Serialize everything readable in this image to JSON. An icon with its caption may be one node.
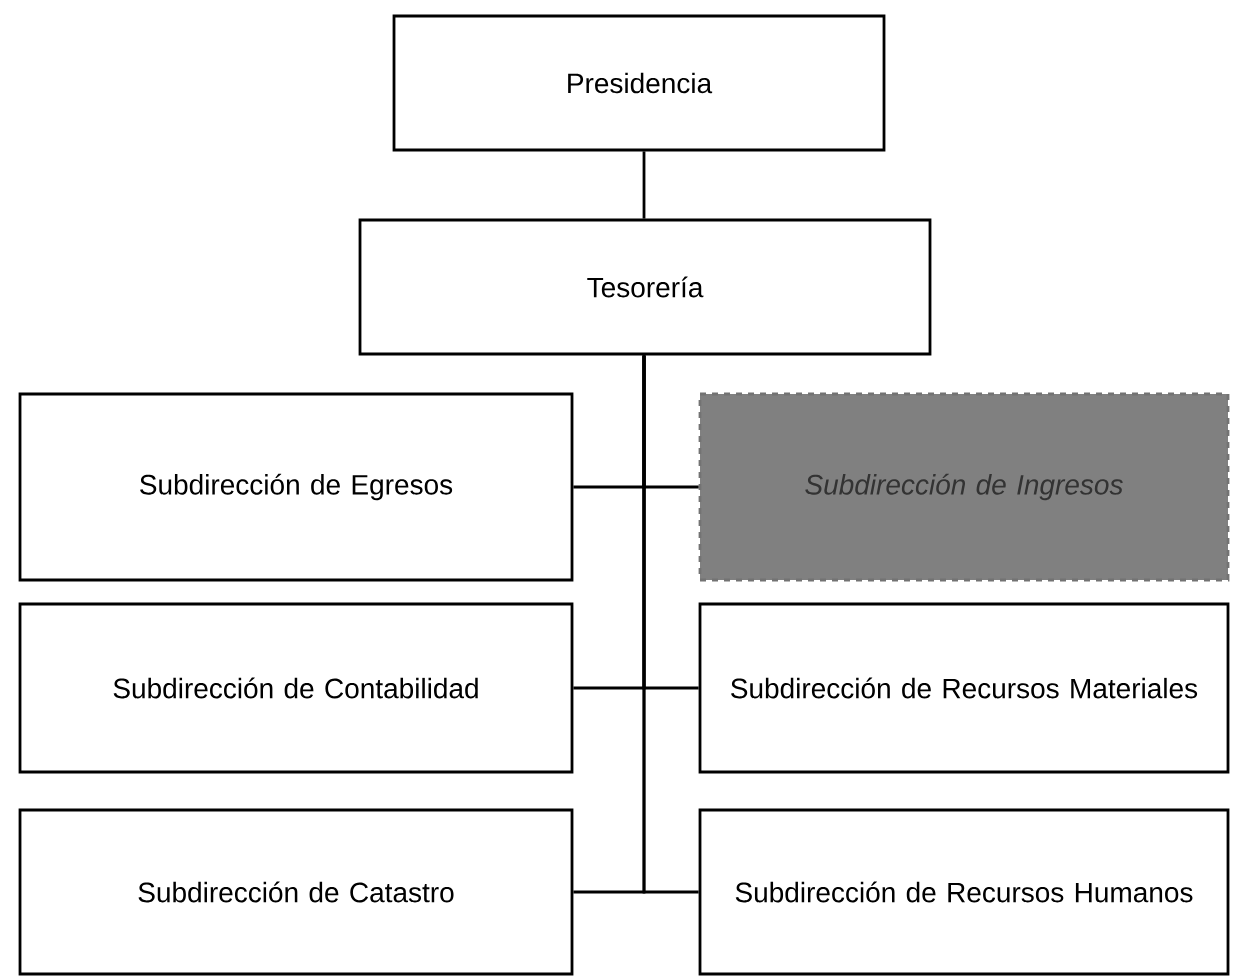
{
  "diagram": {
    "nodes": [
      {
        "text": [
          "Presidencia"
        ]
      },
      {
        "text": [
          "Tesorería"
        ]
      },
      {
        "text": [
          "Subdirección de Egresos"
        ]
      },
      {
        "text": [
          "Subdirección de Ingresos"
        ]
      },
      {
        "text": [
          "Subdirección de Contabilidad"
        ]
      },
      {
        "text": [
          "Subdirección de Recursos Materiales"
        ]
      },
      {
        "text": [
          "Subdirección de Catastro"
        ]
      },
      {
        "text": [
          "Subdirección de Recursos Humanos"
        ]
      }
    ],
    "edges": [
      {
        "from": 0,
        "to": 1,
        "arrow": "none"
      },
      {
        "from": 1,
        "to": 2,
        "arrow": "none"
      },
      {
        "from": 1,
        "to": 3,
        "arrow": "none"
      },
      {
        "from": 1,
        "to": 4,
        "arrow": "none"
      },
      {
        "from": 1,
        "to": 5,
        "arrow": "none"
      },
      {
        "from": 1,
        "to": 6,
        "arrow": "none"
      },
      {
        "from": 1,
        "to": 7,
        "arrow": "none"
      }
    ]
  }
}
